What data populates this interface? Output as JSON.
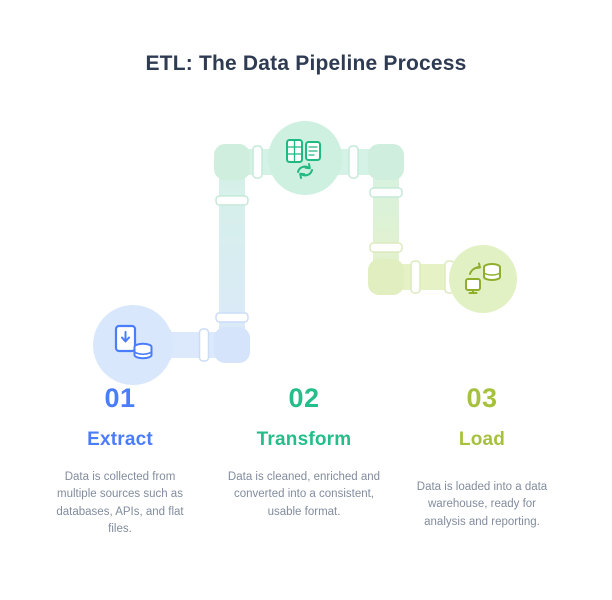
{
  "title": "ETL: The Data Pipeline Process",
  "steps": [
    {
      "number": "01",
      "label": "Extract",
      "description": "Data is collected from multiple sources such as databases, APIs, and flat files.",
      "color": "#4a7dfc"
    },
    {
      "number": "02",
      "label": "Transform",
      "description": "Data is cleaned, enriched and converted into a consistent, usable format.",
      "color": "#25bd89"
    },
    {
      "number": "03",
      "label": "Load",
      "description": "Data is loaded into a data warehouse, ready for analysis and reporting.",
      "color": "#a6c13d"
    }
  ],
  "pipeline": {
    "node_colors": {
      "extract": "#d9e7fc",
      "transform": "#cdf0e0",
      "load": "#e2f1c4"
    },
    "pipe_colors": {
      "extract": "#dce8fc",
      "transform": "#d4f2e5",
      "load": "#e6f1c6"
    },
    "icons": [
      "extract-icon",
      "transform-icon",
      "load-icon"
    ]
  }
}
